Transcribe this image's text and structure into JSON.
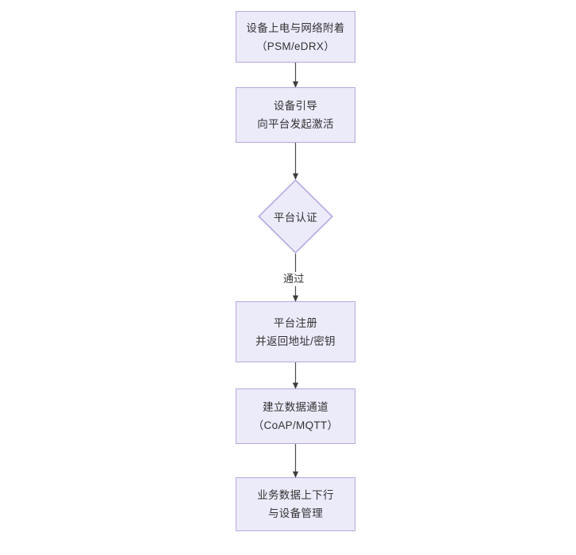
{
  "diagram": {
    "type": "flowchart",
    "orientation": "top-to-bottom",
    "background_color": "#ffffff",
    "node_fill_color": "#ecebfa",
    "node_border_color": "#b7a6e0",
    "text_color": "#333333",
    "connector_color": "#4d4d4d",
    "nodes": [
      {
        "id": "n1",
        "shape": "rectangle",
        "line1": "设备上电与网络附着",
        "line2": "（PSM/eDRX）"
      },
      {
        "id": "n2",
        "shape": "rectangle",
        "line1": "设备引导",
        "line2": "向平台发起激活"
      },
      {
        "id": "n3",
        "shape": "diamond",
        "line1": "平台认证",
        "line2": ""
      },
      {
        "id": "n4",
        "shape": "rectangle",
        "line1": "平台注册",
        "line2": "并返回地址/密钥"
      },
      {
        "id": "n5",
        "shape": "rectangle",
        "line1": "建立数据通道",
        "line2": "（CoAP/MQTT）"
      },
      {
        "id": "n6",
        "shape": "rectangle",
        "line1": "业务数据上下行",
        "line2": "与设备管理"
      }
    ],
    "edges": [
      {
        "id": "e1",
        "from": "n1",
        "to": "n2",
        "label": ""
      },
      {
        "id": "e2",
        "from": "n2",
        "to": "n3",
        "label": ""
      },
      {
        "id": "e3",
        "from": "n3",
        "to": "n4",
        "label": "通过"
      },
      {
        "id": "e4",
        "from": "n4",
        "to": "n5",
        "label": ""
      },
      {
        "id": "e5",
        "from": "n5",
        "to": "n6",
        "label": ""
      }
    ]
  }
}
